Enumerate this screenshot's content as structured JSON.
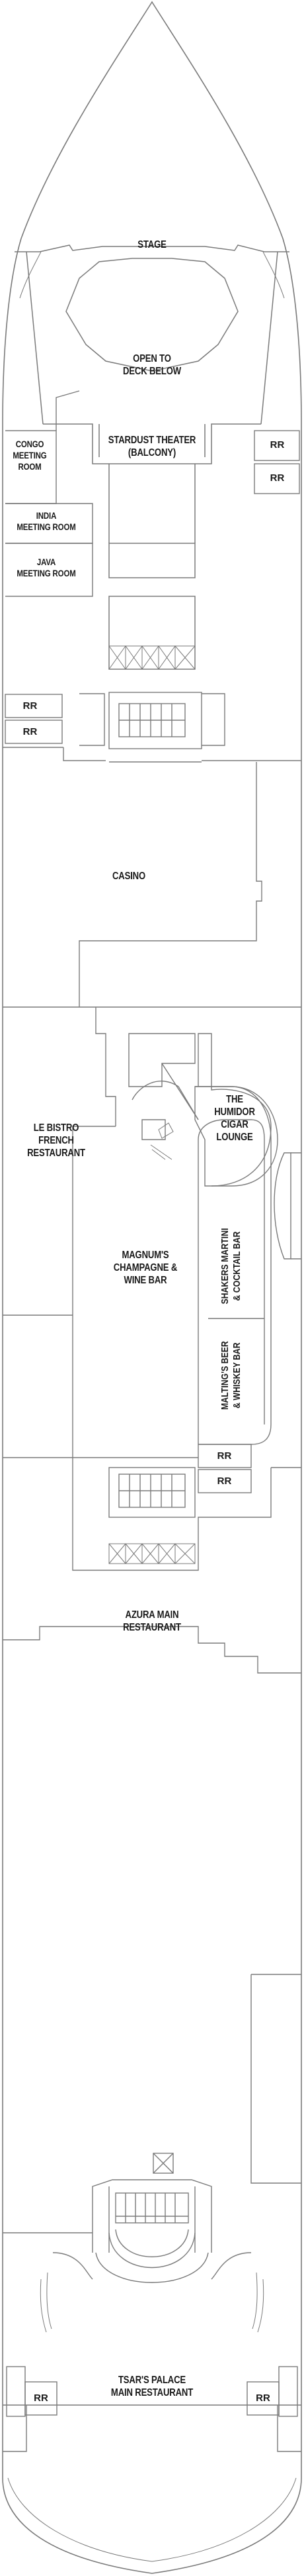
{
  "deck_plan": {
    "stroke_color": "#7a7a7a",
    "fill_color": "#ffffff",
    "label_color": "#1a1a1a",
    "labels": {
      "stage": "STAGE",
      "open_deck": "OPEN TO\nDECK BELOW",
      "theater": "STARDUST THEATER\n(BALCONY)",
      "congo": "CONGO\nMEETING\nROOM",
      "india": "INDIA\nMEETING ROOM",
      "java": "JAVA\nMEETING ROOM",
      "casino": "CASINO",
      "humidor": "THE\nHUMIDOR\nCIGAR\nLOUNGE",
      "le_bistro": "LE BISTRO\nFRENCH\nRESTAURANT",
      "magnums": "MAGNUM'S\nCHAMPAGNE &\nWINE BAR",
      "shakers": "SHAKERS MARTINI\n& COCKTAIL BAR",
      "maltings": "MALTING'S BEER\n& WHISKEY BAR",
      "azura": "AZURA MAIN\nRESTAURANT",
      "tsars": "TSAR'S PALACE\nMAIN RESTAURANT"
    },
    "restroom_label": "RR"
  }
}
